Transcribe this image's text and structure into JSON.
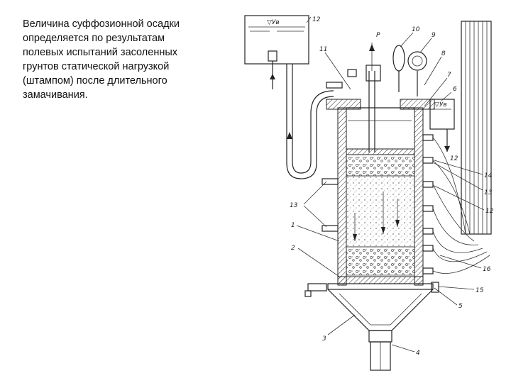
{
  "caption_lines": [
    "Величина суффозионной осадки",
    "определяется по результатам",
    "полевых испытаний засоленных",
    "грунтов статической нагрузкой",
    "(штампом) после длительного",
    "замачивания."
  ],
  "labels": {
    "n1": "1",
    "n2": "2",
    "n3": "3",
    "n4": "4",
    "n5": "5",
    "n6": "6",
    "n7": "7",
    "n8": "8",
    "n9": "9",
    "n10": "10",
    "n11": "11",
    "n12": "12",
    "n12b": "12",
    "n12c": "12",
    "n13": "13",
    "n13b": "13",
    "n14": "14",
    "n15": "15",
    "n16": "16",
    "nP": "P",
    "level_left": "▽Ув",
    "level_right": "▽Ув"
  }
}
